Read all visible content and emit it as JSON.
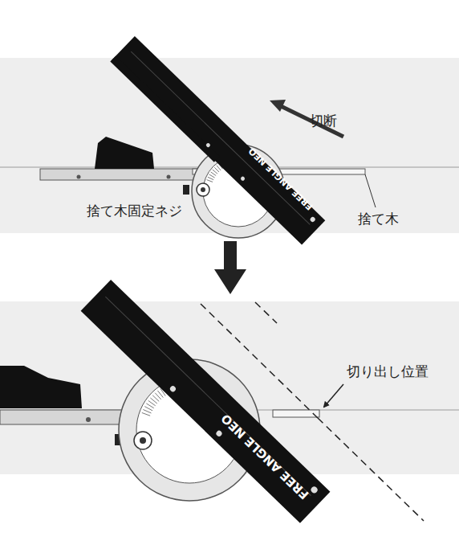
{
  "diagram": {
    "labels": [
      "切断",
      "捨て木固定ネジ",
      "捨て木",
      "FREE ANGLE NEO",
      "切り出し位置",
      "FREE ANGLE NEO"
    ]
  }
}
